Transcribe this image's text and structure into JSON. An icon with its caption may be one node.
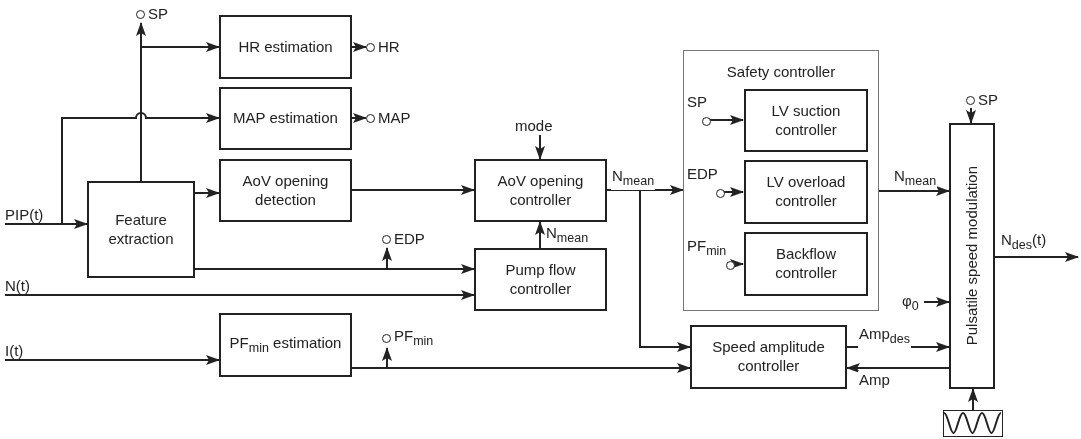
{
  "diagram": {
    "nodes": [
      {
        "text": [
          "HR estimation"
        ]
      },
      {
        "text": [
          "MAP estimation"
        ]
      },
      {
        "text": [
          "Feature extraction"
        ]
      },
      {
        "text": [
          "AoV opening detection"
        ]
      },
      {
        "text": [
          "AoV opening controller"
        ]
      },
      {
        "text": [
          "Pump flow controller"
        ]
      },
      {
        "text": [
          "Safety controller"
        ]
      },
      {
        "text": [
          "LV suction controller"
        ],
        "in": 6
      },
      {
        "text": [
          "LV overload controller"
        ],
        "in": 6
      },
      {
        "text": [
          "Backflow controller"
        ],
        "in": 6
      },
      {
        "text": [
          "PF$_{min}$ estimation"
        ]
      },
      {
        "text": [
          "Speed amplitude controller"
        ]
      },
      {
        "text": [
          "Pulsatile speed modulation"
        ]
      },
      {
        "text": [],
        "shape": "picture"
      },
      {
        "text": [
          "PIP(t)"
        ]
      },
      {
        "text": [
          "N(t)"
        ]
      },
      {
        "text": [
          "I(t)"
        ]
      },
      {
        "text": [
          "SP"
        ]
      },
      {
        "text": [
          "HR"
        ]
      },
      {
        "text": [
          "MAP"
        ]
      },
      {
        "text": [
          "EDP"
        ]
      },
      {
        "text": [
          "PF$_{min}$"
        ]
      },
      {
        "text": [
          "mode"
        ]
      },
      {
        "text": [
          "SP"
        ],
        "in": 6
      },
      {
        "text": [
          "EDP"
        ],
        "in": 6
      },
      {
        "text": [
          "PF$_{min}$"
        ],
        "in": 6
      },
      {
        "text": [
          "SP"
        ]
      },
      {
        "text": [
          "φ$_{0}$"
        ]
      }
    ],
    "edges": [
      {
        "from": 14,
        "to": 2,
        "arrow": "to"
      },
      {
        "from": 14,
        "to": 1,
        "arrow": "to"
      },
      {
        "from": 2,
        "to": 17,
        "arrow": "to"
      },
      {
        "from": 2,
        "to": 0,
        "arrow": "to"
      },
      {
        "from": 2,
        "to": 3,
        "arrow": "to"
      },
      {
        "from": 2,
        "to": 20,
        "arrow": "to"
      },
      {
        "from": 2,
        "to": 5,
        "arrow": "to"
      },
      {
        "from": 15,
        "to": 5,
        "arrow": "to"
      },
      {
        "from": 3,
        "to": 4,
        "arrow": "to"
      },
      {
        "from": 22,
        "to": 4,
        "arrow": "to"
      },
      {
        "from": 5,
        "to": 4,
        "arrow": "to",
        "label": "N$_{mean}$"
      },
      {
        "from": 4,
        "to": 6,
        "arrow": "to",
        "label": "N$_{mean}$"
      },
      {
        "from": 4,
        "to": 11,
        "arrow": "to"
      },
      {
        "from": 0,
        "to": 18,
        "arrow": "to"
      },
      {
        "from": 1,
        "to": 19,
        "arrow": "to"
      },
      {
        "from": 23,
        "to": 7,
        "arrow": "to"
      },
      {
        "from": 24,
        "to": 8,
        "arrow": "to"
      },
      {
        "from": 25,
        "to": 9,
        "arrow": "to"
      },
      {
        "from": 6,
        "to": 12,
        "arrow": "to",
        "label": "N$_{mean}$"
      },
      {
        "from": 26,
        "to": 12,
        "arrow": "to"
      },
      {
        "from": 27,
        "to": 12,
        "arrow": "to"
      },
      {
        "from": 11,
        "to": 12,
        "arrow": "to",
        "label": "Amp$_{des}$"
      },
      {
        "from": 12,
        "to": 11,
        "arrow": "to",
        "label": "Amp"
      },
      {
        "from": 12,
        "to": null,
        "arrow": "to",
        "label": "N$_{des}$(t)"
      },
      {
        "from": 16,
        "to": 10,
        "arrow": "to"
      },
      {
        "from": 10,
        "to": 21,
        "arrow": "to"
      },
      {
        "from": 10,
        "to": 11,
        "arrow": "to"
      },
      {
        "from": 13,
        "to": 12,
        "arrow": "to"
      }
    ]
  }
}
